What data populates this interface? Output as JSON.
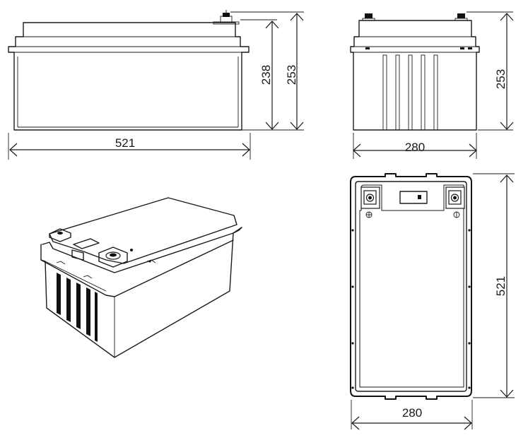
{
  "drawing": {
    "front_view": {
      "length": "521",
      "height_body": "238",
      "height_total": "253"
    },
    "side_view": {
      "width": "280",
      "height_total": "253"
    },
    "top_view": {
      "length": "521",
      "width": "280"
    }
  }
}
